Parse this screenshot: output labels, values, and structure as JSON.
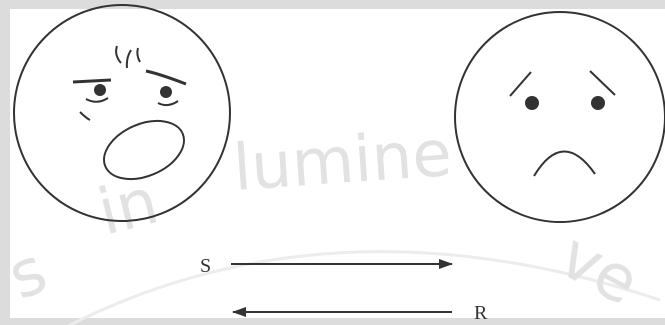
{
  "diagram": {
    "sender_label": "S",
    "receiver_label": "R",
    "watermark_text": "s in lumine ve"
  },
  "colors": {
    "stroke": "#333333",
    "watermark": "#e2e2e2",
    "frame": "#dcdcdc"
  },
  "icons": {
    "left_face": "angry-face-icon",
    "right_face": "sad-face-icon"
  }
}
